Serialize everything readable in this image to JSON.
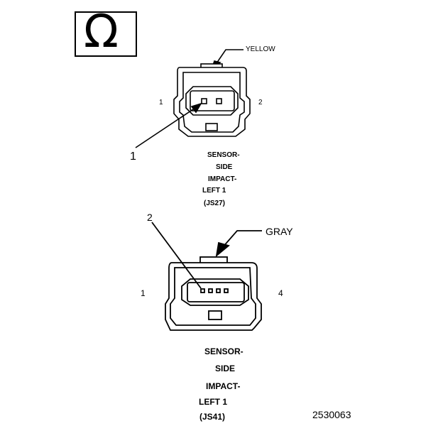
{
  "symbol": {
    "glyph": "Ω",
    "name": "omega-icon"
  },
  "connector_top": {
    "color_label": "YELLOW",
    "pin_left": "1",
    "pin_right": "2",
    "callout": "1",
    "name_lines": [
      "SENSOR-",
      "SIDE",
      "IMPACT-",
      "LEFT 1",
      "(JS27)"
    ]
  },
  "connector_bottom": {
    "color_label": "GRAY",
    "pin_left": "1",
    "pin_right": "4",
    "callout": "2",
    "name_lines": [
      "SENSOR-",
      "SIDE",
      "IMPACT-",
      "LEFT 1",
      "(JS41)"
    ]
  },
  "figure_id": "2530063"
}
